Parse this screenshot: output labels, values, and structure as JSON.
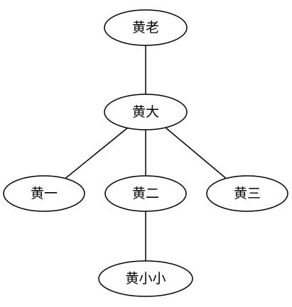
{
  "tree": {
    "root": {
      "label": "黄老"
    },
    "parent": {
      "label": "黄大"
    },
    "children": [
      {
        "label": "黄一"
      },
      {
        "label": "黄二"
      },
      {
        "label": "黄三"
      }
    ],
    "grandchild": {
      "label": "黄小小"
    }
  }
}
